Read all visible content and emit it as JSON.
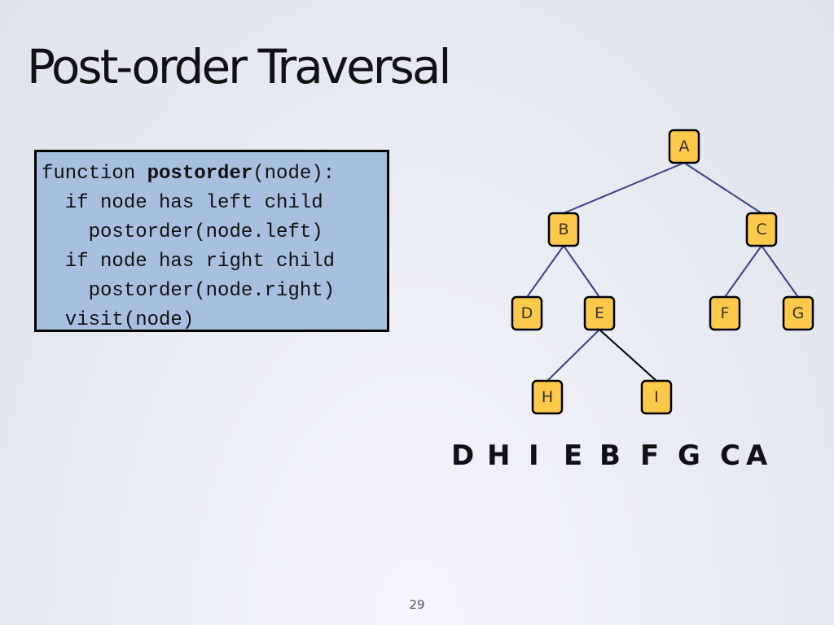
{
  "slide": {
    "title": "Post-order Traversal",
    "page_number": "29"
  },
  "code": {
    "line1_prefix": "function ",
    "line1_bold": "postorder",
    "line1_suffix": "(node):",
    "line2": "  if node has left child",
    "line3": "    postorder(node.left)",
    "line4": "  if node has right child",
    "line5": "    postorder(node.right)",
    "line6": "  visit(node)"
  },
  "tree": {
    "nodes": {
      "A": "A",
      "B": "B",
      "C": "C",
      "D": "D",
      "E": "E",
      "F": "F",
      "G": "G",
      "H": "H",
      "I": "I"
    },
    "edges": [
      [
        "A",
        "B"
      ],
      [
        "A",
        "C"
      ],
      [
        "B",
        "D"
      ],
      [
        "B",
        "E"
      ],
      [
        "C",
        "F"
      ],
      [
        "C",
        "G"
      ],
      [
        "E",
        "H"
      ],
      [
        "E",
        "I"
      ]
    ],
    "highlighted_edge": [
      "E",
      "I"
    ],
    "node_color": "#fdc94b",
    "edge_color": "#3b4090",
    "highlight_edge_color": "#000000"
  },
  "traversal_order": [
    "D",
    "H",
    "I",
    "E",
    "B",
    "F",
    "G",
    "C",
    "A"
  ]
}
